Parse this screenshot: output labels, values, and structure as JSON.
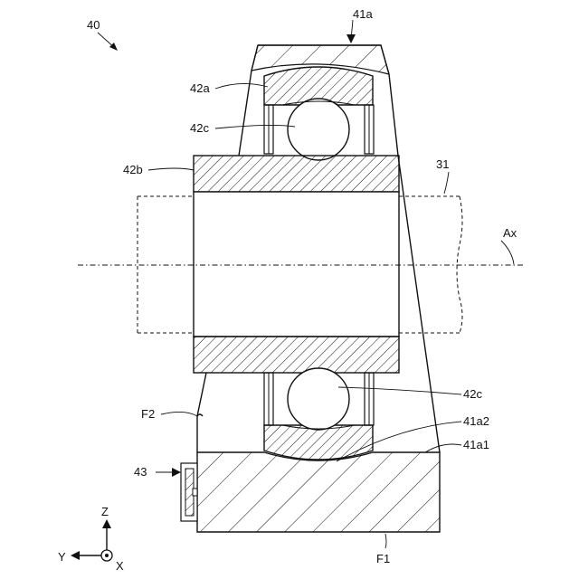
{
  "figure": {
    "ref_main": "40",
    "labels": {
      "l41a": "41a",
      "l42a": "42a",
      "l42c_top": "42c",
      "l42b": "42b",
      "l31": "31",
      "lAx": "Ax",
      "lF2": "F2",
      "l42c_bot": "42c",
      "l41a2": "41a2",
      "l41a1": "41a1",
      "l43": "43",
      "lF1": "F1"
    },
    "axes": {
      "z": "Z",
      "y": "Y",
      "x": "X"
    }
  },
  "colors": {
    "line": "#111111",
    "background": "#ffffff",
    "ball_fill": "#ffffff"
  }
}
